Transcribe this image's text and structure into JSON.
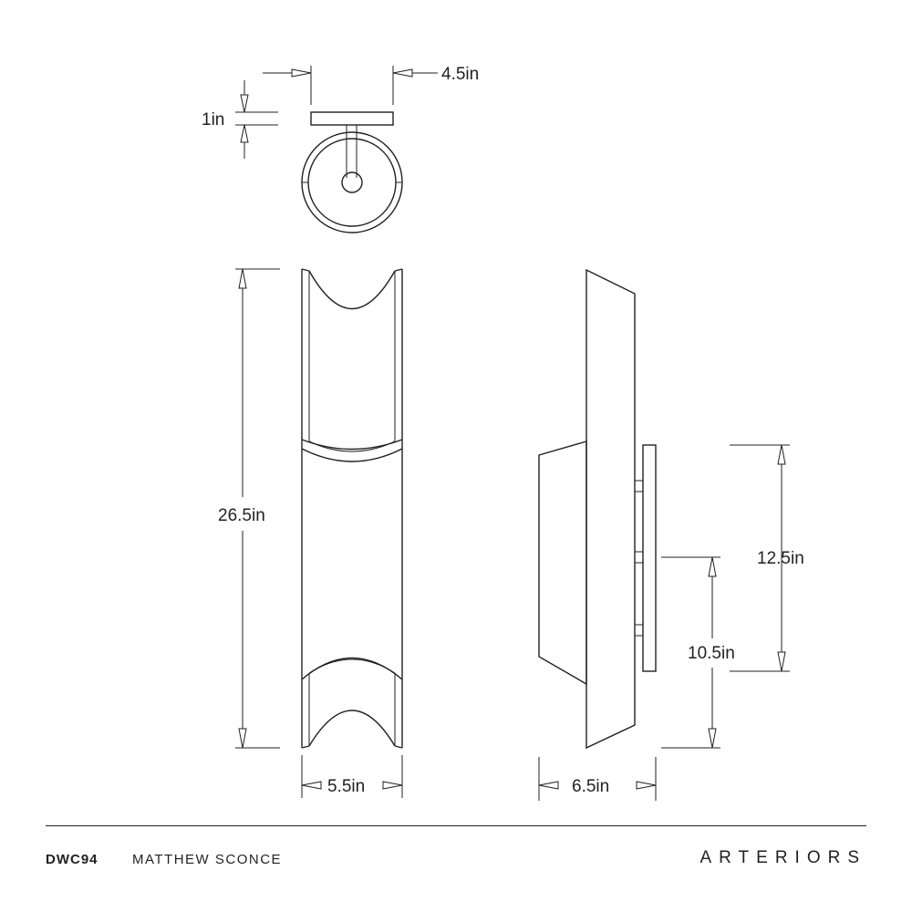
{
  "dimensions": {
    "top_width": "4.5in",
    "plate_thickness": "1in",
    "height": "26.5in",
    "front_width": "5.5in",
    "depth": "6.5in",
    "backplate_height": "12.5in",
    "center_height": "10.5in"
  },
  "footer": {
    "product_code": "DWC94",
    "product_name": "MATTHEW SCONCE",
    "brand": "ARTERIORS"
  }
}
